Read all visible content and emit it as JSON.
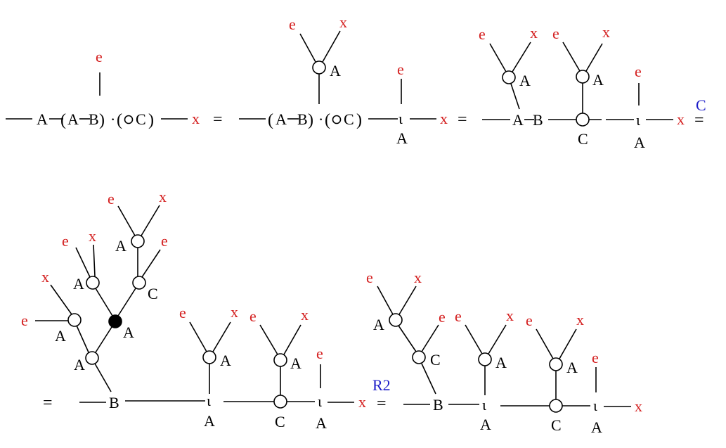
{
  "labels": {
    "A": "A",
    "B": "B",
    "C": "C",
    "e": "e",
    "x": "x",
    "iota": "ι",
    "equals": "=",
    "dot": "·",
    "open_paren": "(",
    "close_paren": ")",
    "compose": "∘",
    "rule_c": "C",
    "rule_r2": "R2"
  },
  "colors": {
    "leaf": "#d42020",
    "rule": "#1c1cc8",
    "ink": "#000000"
  }
}
